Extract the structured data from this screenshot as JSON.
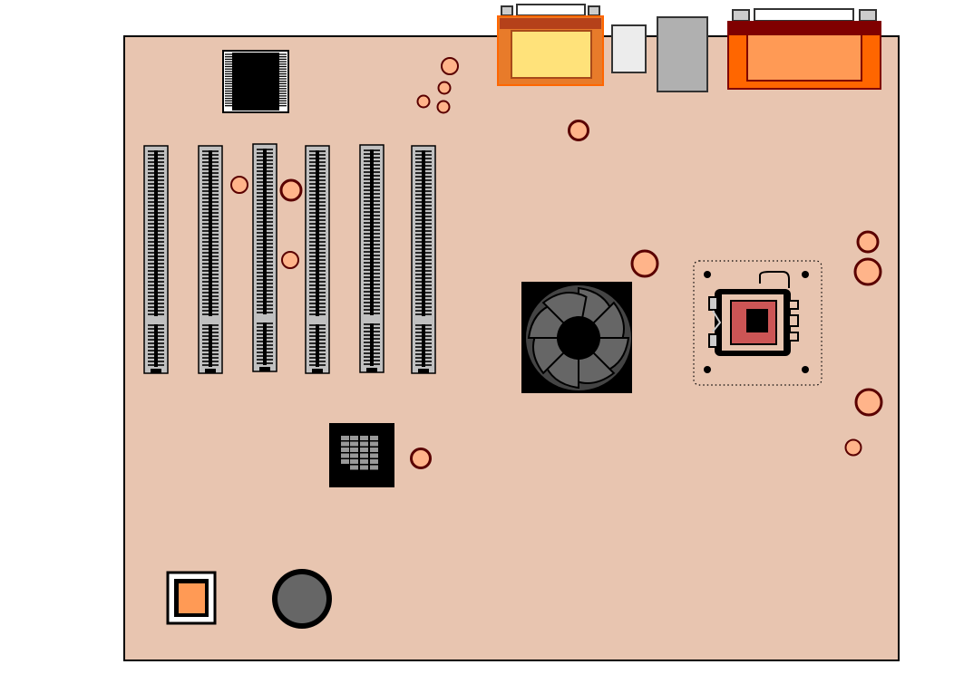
{
  "diagram": {
    "subject": "motherboard",
    "components": [
      {
        "id": "board",
        "kind": "pcb"
      },
      {
        "id": "bios-chip",
        "kind": "chip"
      },
      {
        "id": "pci-slot",
        "kind": "expansion-slot",
        "count": 6
      },
      {
        "id": "chipset-fan",
        "kind": "fan"
      },
      {
        "id": "cpu-socket",
        "kind": "lga-socket"
      },
      {
        "id": "northbridge-chip",
        "kind": "chip"
      },
      {
        "id": "cmos-battery",
        "kind": "battery"
      },
      {
        "id": "super-io-chip",
        "kind": "chip"
      },
      {
        "id": "serial-port",
        "kind": "io-connector"
      },
      {
        "id": "usb-port",
        "kind": "io-connector"
      },
      {
        "id": "ethernet-port",
        "kind": "io-connector"
      },
      {
        "id": "parallel-port",
        "kind": "io-connector"
      },
      {
        "id": "mounting-hole",
        "kind": "hole"
      }
    ]
  },
  "colors": {
    "board": "#e8c5b0",
    "board_outline": "#000000",
    "hole_fill": "#ffb48a",
    "hole_stroke": "#5a0000",
    "slot_body": "#c0c0c0",
    "serial_body": "#ffe27a",
    "serial_shell": "#e87b2a",
    "parallel_body": "#ff9a55",
    "parallel_shell": "#ff6600",
    "parallel_top": "#800000",
    "fan_blade": "#666666",
    "battery": "#666666",
    "cpu_die": "#cc5555"
  }
}
